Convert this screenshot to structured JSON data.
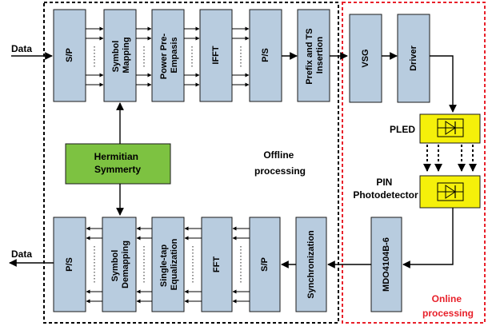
{
  "inputs": {
    "data_in": "Data",
    "data_out": "Data"
  },
  "tx_blocks": {
    "sp": "S/P",
    "symbol_mapping": [
      "Symbol",
      "Mapping"
    ],
    "power_preemphasis": [
      "Power Pre-",
      "Empasis"
    ],
    "ifft": "IFFT",
    "ps": "P/S",
    "prefix_ts": [
      "Prefix and TS",
      "Insertion"
    ]
  },
  "hermitian": [
    "Hermitian",
    "Symmerty"
  ],
  "offline_label": [
    "Offline",
    "processing"
  ],
  "online_label": [
    "Online",
    "processing"
  ],
  "online_blocks": {
    "vsg": "VSG",
    "driver": "Driver",
    "mdo": "MDO4104B-6"
  },
  "optical": {
    "pled": "PLED",
    "pin": [
      "PIN",
      "Photodetector"
    ]
  },
  "rx_blocks": {
    "ps": "P/S",
    "symbol_demapping": [
      "Symbol",
      "Demapping"
    ],
    "single_tap": [
      "Single-tap",
      "Equalization"
    ],
    "fft": "FFT",
    "sp": "S/P",
    "synchronization": "Synchronization"
  },
  "colors": {
    "block_fill": "#b8ccdf",
    "hermitian_fill": "#7dc241",
    "optical_fill": "#f5f00a",
    "offline_border": "#000000",
    "online_border": "#e8202a",
    "online_text": "#e8202a"
  }
}
